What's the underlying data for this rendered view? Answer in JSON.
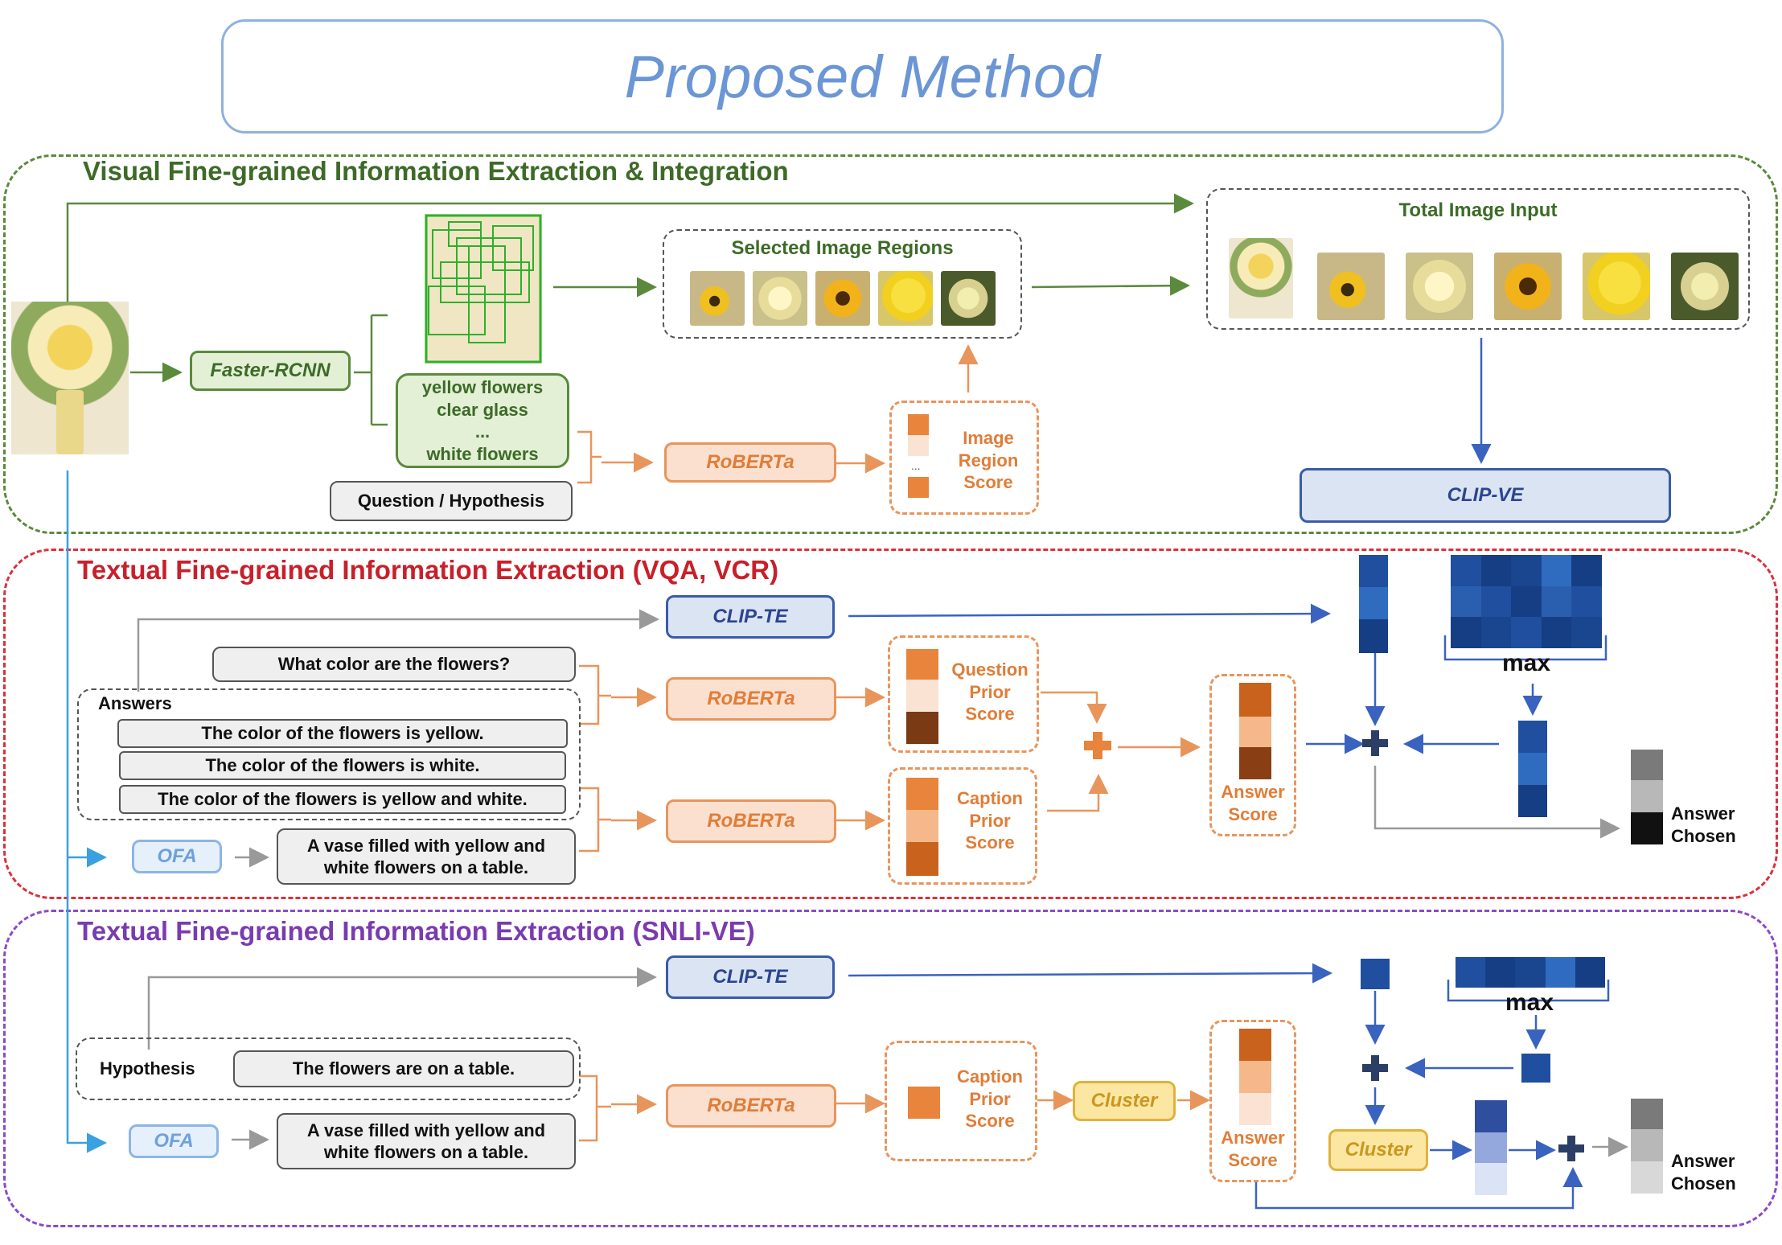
{
  "title": "Proposed Method",
  "colors": {
    "visual_section": "#5a8a3c",
    "vqa_section": "#c8202a",
    "snli_section": "#7a3bb0",
    "orange": "#e07d38",
    "blue": "#2b4590",
    "title_blue": "#6b96d6"
  },
  "visual": {
    "section_title": "Visual Fine-grained Information Extraction & Integration",
    "detector": "Faster-RCNN",
    "region_labels": [
      "yellow flowers",
      "clear glass",
      "...",
      "white flowers"
    ],
    "question_hypothesis": "Question / Hypothesis",
    "roberta": "RoBERTa",
    "score_label": [
      "Image",
      "Region",
      "Score"
    ],
    "selected_regions_title": "Selected Image Regions",
    "total_input_title": "Total Image Input",
    "clip_ve": "CLIP-VE"
  },
  "vqa": {
    "section_title": "Textual Fine-grained Information Extraction (VQA, VCR)",
    "clip_te": "CLIP-TE",
    "question": "What color are the flowers?",
    "answers_label": "Answers",
    "answers": [
      "The color of the flowers is yellow.",
      "The color of the flowers is white.",
      "The color of the flowers is yellow and white."
    ],
    "ofa": "OFA",
    "caption": [
      "A vase filled with yellow and",
      "white flowers on a table."
    ],
    "roberta_1": "RoBERTa",
    "roberta_2": "RoBERTa",
    "question_prior_score": [
      "Question",
      "Prior",
      "Score"
    ],
    "caption_prior_score": [
      "Caption",
      "Prior",
      "Score"
    ],
    "answer_score": [
      "Answer",
      "Score"
    ],
    "max": "max",
    "answer_chosen": [
      "Answer",
      "Chosen"
    ]
  },
  "snli": {
    "section_title": "Textual Fine-grained Information Extraction (SNLI-VE)",
    "clip_te": "CLIP-TE",
    "hypothesis_label": "Hypothesis",
    "hypothesis": "The flowers are on a table.",
    "ofa": "OFA",
    "caption": [
      "A vase filled with yellow and",
      "white flowers on a table."
    ],
    "roberta": "RoBERTa",
    "caption_prior_score": [
      "Caption",
      "Prior",
      "Score"
    ],
    "cluster_1": "Cluster",
    "cluster_2": "Cluster",
    "answer_score": [
      "Answer",
      "Score"
    ],
    "max": "max",
    "answer_chosen": [
      "Answer",
      "Chosen"
    ]
  }
}
